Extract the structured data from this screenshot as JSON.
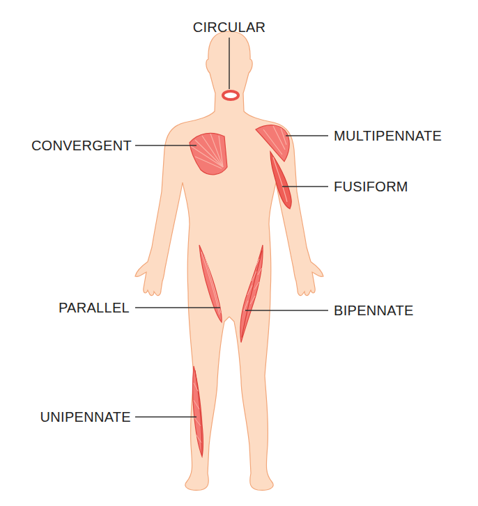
{
  "diagram": {
    "labels": [
      "CIRCULAR",
      "CONVERGENT",
      "MULTIPENNATE",
      "FUSIFORM",
      "PARALLEL",
      "BIPENNATE",
      "UNIPENNATE"
    ]
  }
}
